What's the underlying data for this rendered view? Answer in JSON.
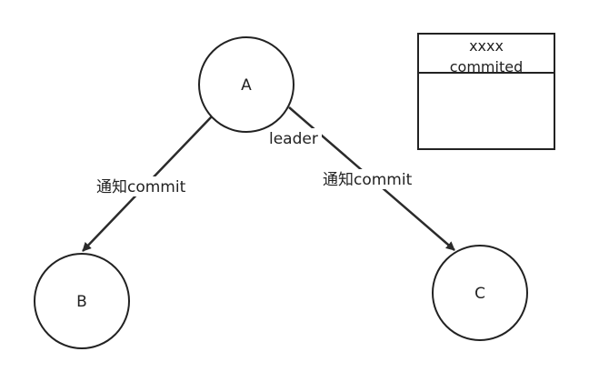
{
  "nodes": {
    "a": {
      "label": "A"
    },
    "b": {
      "label": "B"
    },
    "c": {
      "label": "C"
    }
  },
  "edges": {
    "a_to_b": {
      "label": "通知commit"
    },
    "a_to_c": {
      "label": "通知commit"
    }
  },
  "annotations": {
    "leader": "leader"
  },
  "status_box": {
    "line1": "xxxx",
    "line2": "commited"
  },
  "colors": {
    "stroke": "#222222",
    "background": "#ffffff"
  }
}
